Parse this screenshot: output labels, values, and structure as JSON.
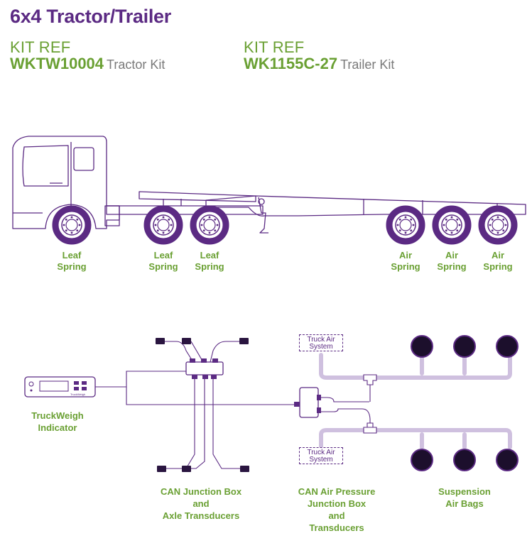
{
  "title": "6x4 Tractor/Trailer",
  "kits": [
    {
      "ref": "KIT REF",
      "code": "WKTW10004",
      "desc": "Tractor Kit"
    },
    {
      "ref": "KIT REF",
      "code": "WK1155C-27",
      "desc": "Trailer Kit"
    }
  ],
  "axles": [
    {
      "line1": "Leaf",
      "line2": "Spring"
    },
    {
      "line1": "Leaf",
      "line2": "Spring"
    },
    {
      "line1": "Leaf",
      "line2": "Spring"
    },
    {
      "line1": "Air",
      "line2": "Spring"
    },
    {
      "line1": "Air",
      "line2": "Spring"
    },
    {
      "line1": "Air",
      "line2": "Spring"
    }
  ],
  "indicator": {
    "line1": "TruckWeigh",
    "line2": "Indicator",
    "device_text": "TruckWeigh"
  },
  "air_system_boxes": [
    {
      "line1": "Truck Air",
      "line2": "System"
    },
    {
      "line1": "Truck Air",
      "line2": "System"
    }
  ],
  "captions": {
    "can_junction": [
      "CAN Junction Box",
      "and",
      "Axle Transducers"
    ],
    "air_pressure": [
      "CAN Air Pressure",
      "Junction Box",
      "and",
      "Transducers"
    ],
    "suspension": [
      "Suspension",
      "Air Bags"
    ]
  },
  "colors": {
    "purple": "#5b2a83",
    "green": "#6aa033",
    "hose": "#cfc0df",
    "grey": "#7a7a7a"
  }
}
